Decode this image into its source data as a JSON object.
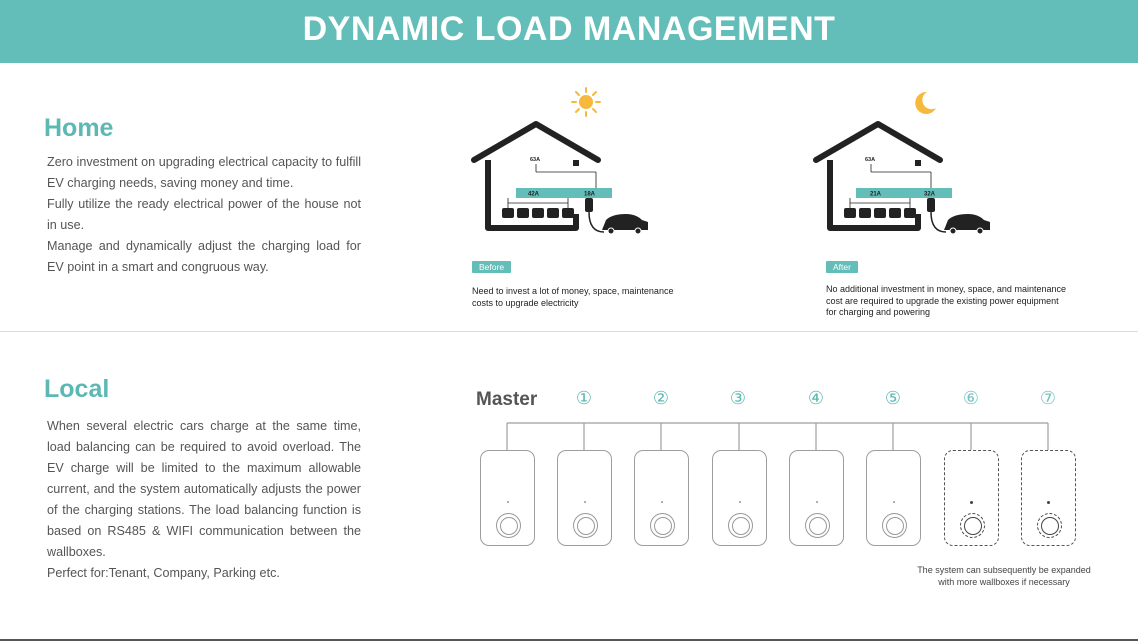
{
  "header": {
    "title": "DYNAMIC LOAD MANAGEMENT"
  },
  "home": {
    "title": "Home",
    "paragraphs": [
      "Zero investment on upgrading electrical capacity to fulfill EV charging needs, saving money and time.",
      "Fully utilize the ready electrical power of the house not in use.",
      "Manage and dynamically adjust the charging load for EV point in a smart and congruous way."
    ],
    "before": {
      "badge": "Before",
      "main_current": "63A",
      "house_current": "42A",
      "ev_current": "18A",
      "caption_lines": [
        "Need to invest a lot of money, space, maintenance",
        "costs to upgrade electricity"
      ],
      "icon": "sun-icon"
    },
    "after": {
      "badge": "After",
      "main_current": "63A",
      "house_current": "21A",
      "ev_current": "32A",
      "caption_lines": [
        "No additional investment in money, space, and maintenance",
        "cost are required to upgrade the existing power equipment",
        "for charging and powering"
      ],
      "icon": "moon-icon"
    }
  },
  "local": {
    "title": "Local",
    "paragraphs": [
      "When several electric cars charge at the same time, load balancing can be required to avoid overload. The EV charge will be limited to the maximum allowable current, and the system automatically adjusts the power of the charging stations. The load balancing function is based on RS485 & WIFI communication between the wallboxes.",
      "Perfect for:Tenant, Company, Parking etc."
    ],
    "master_label": "Master",
    "numbers": [
      "①",
      "②",
      "③",
      "④",
      "⑤",
      "⑥",
      "⑦"
    ],
    "note_lines": [
      "The system can subsequently be expanded",
      "with more wallboxes if necessary"
    ]
  },
  "colors": {
    "accent": "#63bdb8",
    "text": "#555555"
  }
}
